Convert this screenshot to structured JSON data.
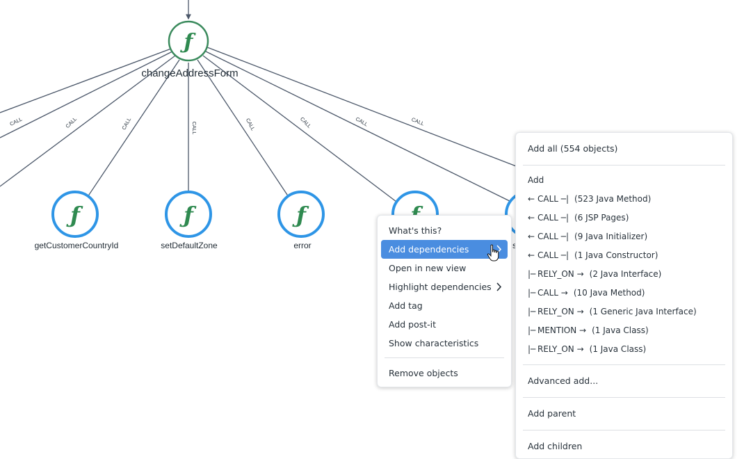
{
  "graph": {
    "root": {
      "label": "changeAddressForm",
      "icon": "function-icon",
      "color": "#3a8a5c"
    },
    "edge_label": "CALL",
    "edge_color": "#4a5668",
    "children": [
      {
        "label": "getCustomerCountryId"
      },
      {
        "label": "setDefaultZone"
      },
      {
        "label": "error"
      },
      {
        "label": ""
      },
      {
        "label": ""
      }
    ],
    "child_ring_color": "#2e95e6",
    "icon_color": "#2f8a50"
  },
  "context_menu": {
    "items": [
      {
        "label": "What's this?"
      },
      {
        "label": "Add dependencies",
        "active": true,
        "submenu": true
      },
      {
        "label": "Open in new view"
      },
      {
        "label": "Highlight dependencies",
        "submenu": true
      },
      {
        "label": "Add tag"
      },
      {
        "label": "Add post-it"
      },
      {
        "label": "Show characteristics"
      },
      {
        "label": "Remove objects"
      }
    ],
    "accent": "#4a8de0"
  },
  "submenu": {
    "add_all": "Add all (554 objects)",
    "add_header": "Add",
    "dependencies": [
      {
        "arrow": "←",
        "rel": "CALL ─|",
        "count": "(523 Java Method)"
      },
      {
        "arrow": "←",
        "rel": "CALL ─|",
        "count": "(6 JSP Pages)"
      },
      {
        "arrow": "←",
        "rel": "CALL ─|",
        "count": "(9 Java Initializer)"
      },
      {
        "arrow": "←",
        "rel": "CALL ─|",
        "count": "(1 Java Constructor)"
      },
      {
        "arrow": "|─",
        "rel": "RELY_ON →",
        "count": "(2 Java Interface)"
      },
      {
        "arrow": "|─",
        "rel": "CALL →",
        "count": "(10 Java Method)"
      },
      {
        "arrow": "|─",
        "rel": "RELY_ON →",
        "count": "(1 Generic Java Interface)"
      },
      {
        "arrow": "|─",
        "rel": "MENTION →",
        "count": "(1 Java Class)"
      },
      {
        "arrow": "|─",
        "rel": "RELY_ON →",
        "count": "(1 Java Class)"
      }
    ],
    "advanced": "Advanced add...",
    "add_parent": "Add parent",
    "add_children": "Add children"
  }
}
